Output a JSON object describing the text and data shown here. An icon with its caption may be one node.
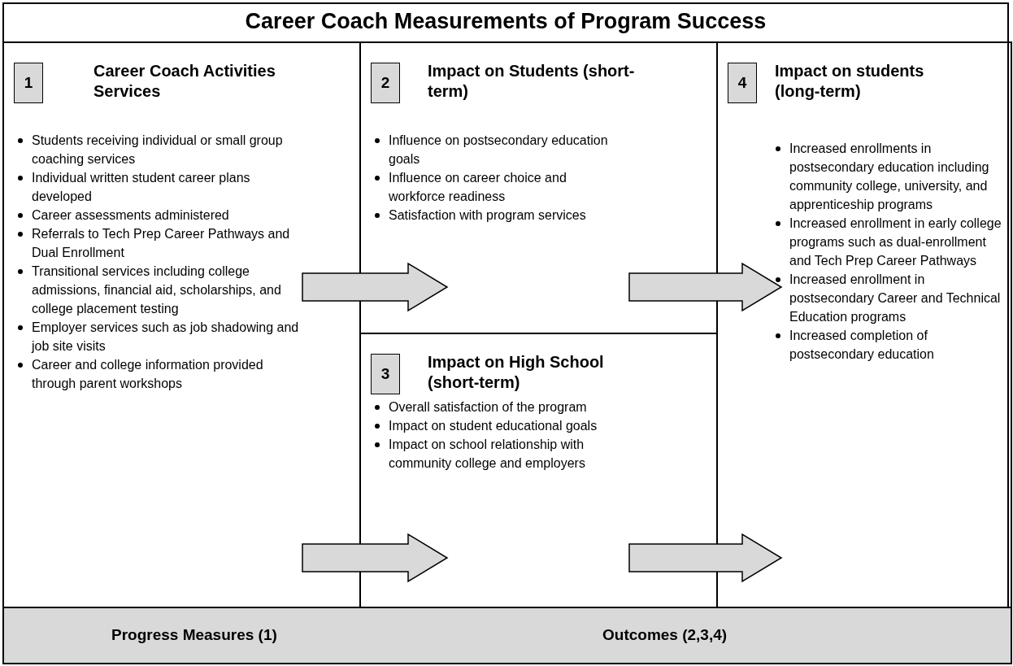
{
  "diagram": {
    "title": "Career Coach Measurements of Program Success",
    "nodes": [
      {
        "text": [
          "1",
          "Career Coach Activities Services",
          "Students receiving individual or small group coaching services",
          "Individual written student career plans developed",
          "Career assessments administered",
          "Referrals to Tech Prep Career Pathways and Dual Enrollment",
          "Transitional services including college admissions, financial aid, scholarships, and college placement testing",
          "Employer services such as job shadowing and job site visits",
          "Career and college information provided through parent workshops"
        ]
      },
      {
        "text": [
          "2",
          "Impact on Students (short-term)",
          "Influence on postsecondary education goals",
          "Influence on career choice and workforce readiness",
          "Satisfaction with program services"
        ]
      },
      {
        "text": [
          "3",
          "Impact on High School (short-term)",
          "Overall satisfaction of the program",
          "Impact on student educational goals",
          "Impact on school relationship with community college and employers"
        ]
      },
      {
        "text": [
          "4",
          "Impact on students (long-term)",
          "Increased enrollments in postsecondary education including community college, university, and apprenticeship programs",
          "Increased enrollment in early college programs such as dual-enrollment and Tech Prep Career Pathways",
          "Increased enrollment in postsecondary Career and Technical Education programs",
          "Increased completion of postsecondary education"
        ]
      },
      {
        "text": [
          "Progress Measures (1)",
          "Outcomes (2,3,4)"
        ]
      }
    ],
    "edges": [
      {
        "from": 0,
        "to": 1,
        "arrow": "to"
      },
      {
        "from": 0,
        "to": 2,
        "arrow": "to"
      },
      {
        "from": 1,
        "to": 3,
        "arrow": "to"
      },
      {
        "from": 2,
        "to": 3,
        "arrow": "to"
      }
    ]
  }
}
